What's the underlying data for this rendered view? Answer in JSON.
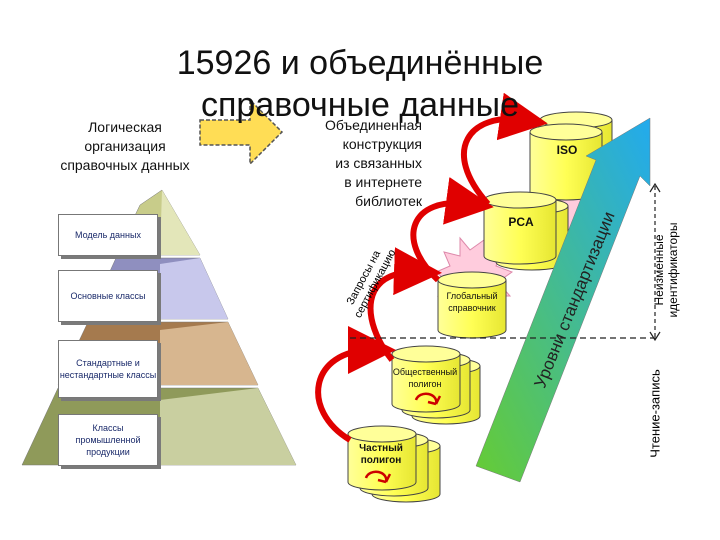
{
  "title_line1": "15926 и объединённые",
  "title_line2": "справочные данные",
  "logical_org": [
    "Логическая",
    "организация",
    "справочных данных"
  ],
  "construct": [
    "Объединенная",
    "конструкция",
    "из связанных",
    "в интернете",
    "библиотек"
  ],
  "pyramid_tiers": [
    {
      "label": "Модель данных",
      "color": "#c8cc8a"
    },
    {
      "label": "Основные классы",
      "color": "#8f8fbf"
    },
    {
      "label": "Стандартные и нестандартные классы",
      "color": "#a57a4e"
    },
    {
      "label": "Классы промышленной продукции",
      "color": "#8f9a5a"
    }
  ],
  "levels": [
    {
      "label": "ISO"
    },
    {
      "label": "PCA"
    },
    {
      "label": "Глобальный справочник"
    },
    {
      "label": "Общественный полигон"
    },
    {
      "label": "Частный полигон"
    }
  ],
  "certification_text": "Запросы на сертификацию",
  "standardization_text": "Уровни стандартизации",
  "immutable_ids_text": "Неизменные идентификаторы",
  "read_write_text": "Чтение-запись",
  "colors": {
    "cylinder": "#ffff66",
    "arrow_red": "#e00000",
    "arrow_gradient_start": "#66cc33",
    "arrow_gradient_end": "#2299dd",
    "star": "#ffccdd"
  }
}
